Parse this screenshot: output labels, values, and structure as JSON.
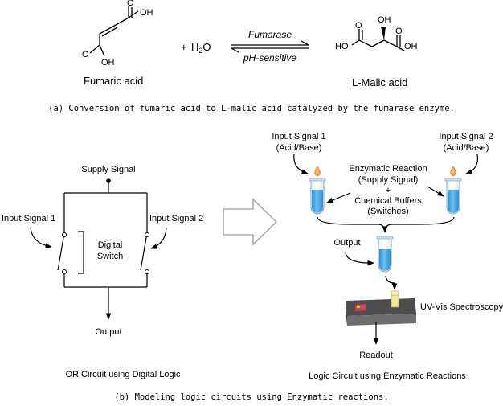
{
  "reaction": {
    "fumaric_oh_top": "OH",
    "fumaric_o_top": "O",
    "fumaric_o_bottom": "O",
    "fumaric_oh_bottom": "OH",
    "plus": "+",
    "water_h": "H",
    "water_sub": "2",
    "water_o": "O",
    "enzyme_label": "Fumarase",
    "reverse_label": "pH-sensitive",
    "malic_oh": "OH",
    "malic_ho": "HO",
    "malic_o_left": "O",
    "malic_o_right": "O",
    "malic_oh_right": "OH",
    "reactant_name": "Fumaric acid",
    "product_name": "L-Malic acid",
    "caption": "(a) Conversion of fumaric acid to L-malic acid catalyzed by the fumarase enzyme."
  },
  "or_circuit": {
    "supply": "Supply Signal",
    "input1": "Input Signal 1",
    "input2": "Input Signal 2",
    "switch_line1": "Digital",
    "switch_line2": "Switch",
    "output": "Output",
    "title": "OR Circuit using Digital Logic"
  },
  "enzyme_circuit": {
    "input1_line1": "Input Signal 1",
    "input1_line2": "(Acid/Base)",
    "input2_line1": "Input Signal 2",
    "input2_line2": "(Acid/Base)",
    "reaction_line1": "Enzymatic Reaction",
    "reaction_line2": "(Supply Signal)",
    "reaction_plus": "+",
    "reaction_line3": "Chemical Buffers",
    "reaction_line4": "(Switches)",
    "output": "Output",
    "spectroscopy": "UV-Vis Spectroscopy",
    "readout": "Readout",
    "title": "Logic Circuit using Enzymatic Reactions"
  },
  "caption_b": "(b) Modeling logic circuits using Enzymatic reactions.",
  "colors": {
    "liquid": "#3da1e6",
    "droplet": "#f5901e",
    "device_body": "#6e6e6e",
    "device_top": "#4d4d4d",
    "cuvette": "#f2e79a",
    "arrow_outline": "#9a9a9a"
  }
}
